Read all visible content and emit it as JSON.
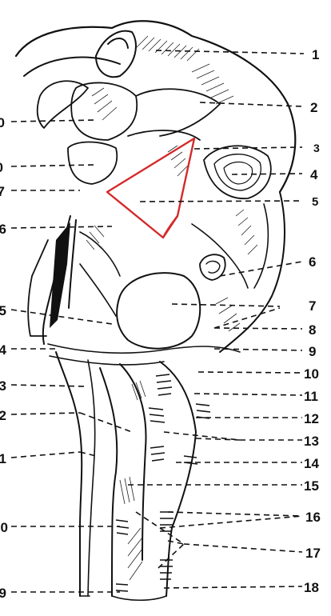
{
  "highlight_color": "#d42a2a",
  "ink_color": "#111111",
  "labels_right": [
    "1",
    "2",
    "3",
    "4",
    "5",
    "6",
    "7",
    "8",
    "9",
    "10",
    "11",
    "12",
    "13",
    "14",
    "15",
    "16",
    "17",
    "18"
  ],
  "labels_left": [
    "0",
    "0",
    "7",
    "6",
    "5",
    "4",
    "3",
    "2",
    "1",
    "0",
    "9"
  ]
}
